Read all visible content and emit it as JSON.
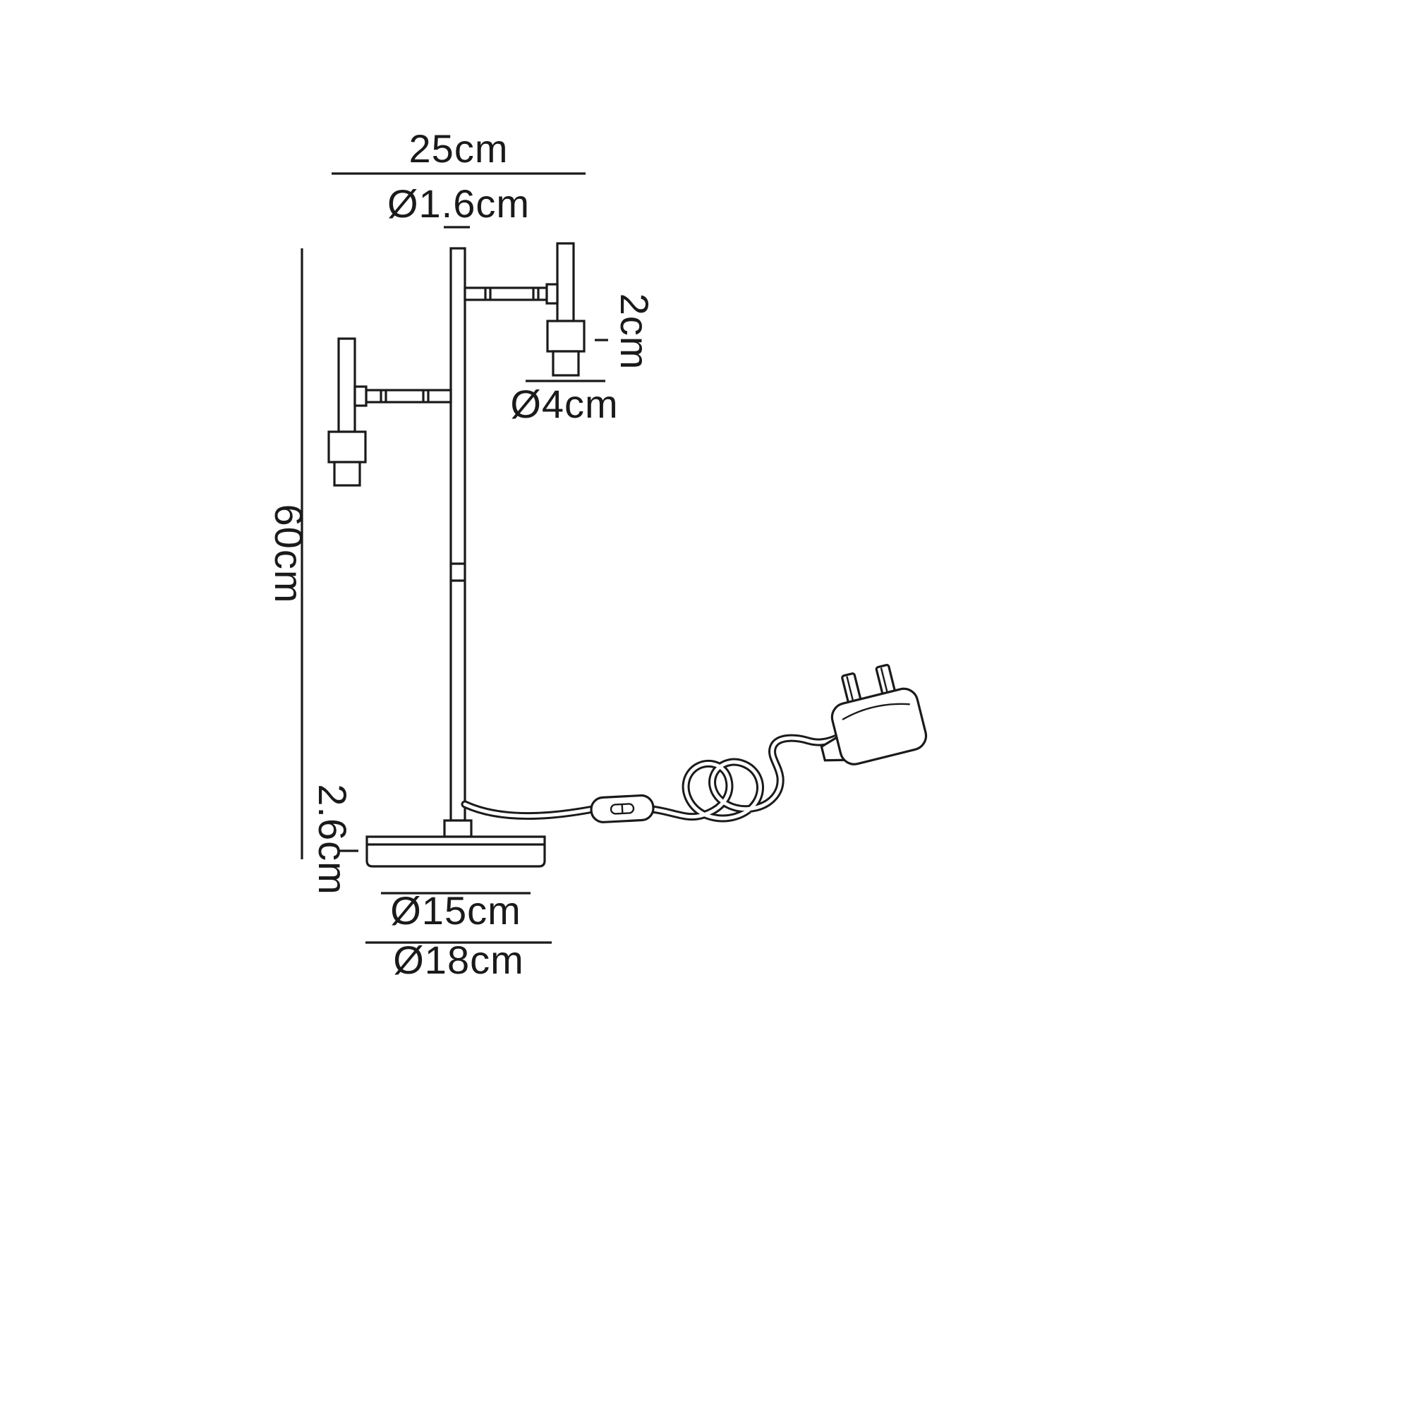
{
  "diagram": {
    "kind": "technical dimension drawing",
    "colors": {
      "line": "#1a1a1a",
      "background": "#ffffff"
    }
  },
  "dimensions": {
    "overall_width": "25cm",
    "pole_diameter": "Ø1.6cm",
    "head_height": "2cm",
    "head_diameter": "Ø4cm",
    "overall_height": "60cm",
    "base_height": "2.6cm",
    "base_top_diameter": "Ø15cm",
    "base_outer_diameter": "Ø18cm"
  }
}
